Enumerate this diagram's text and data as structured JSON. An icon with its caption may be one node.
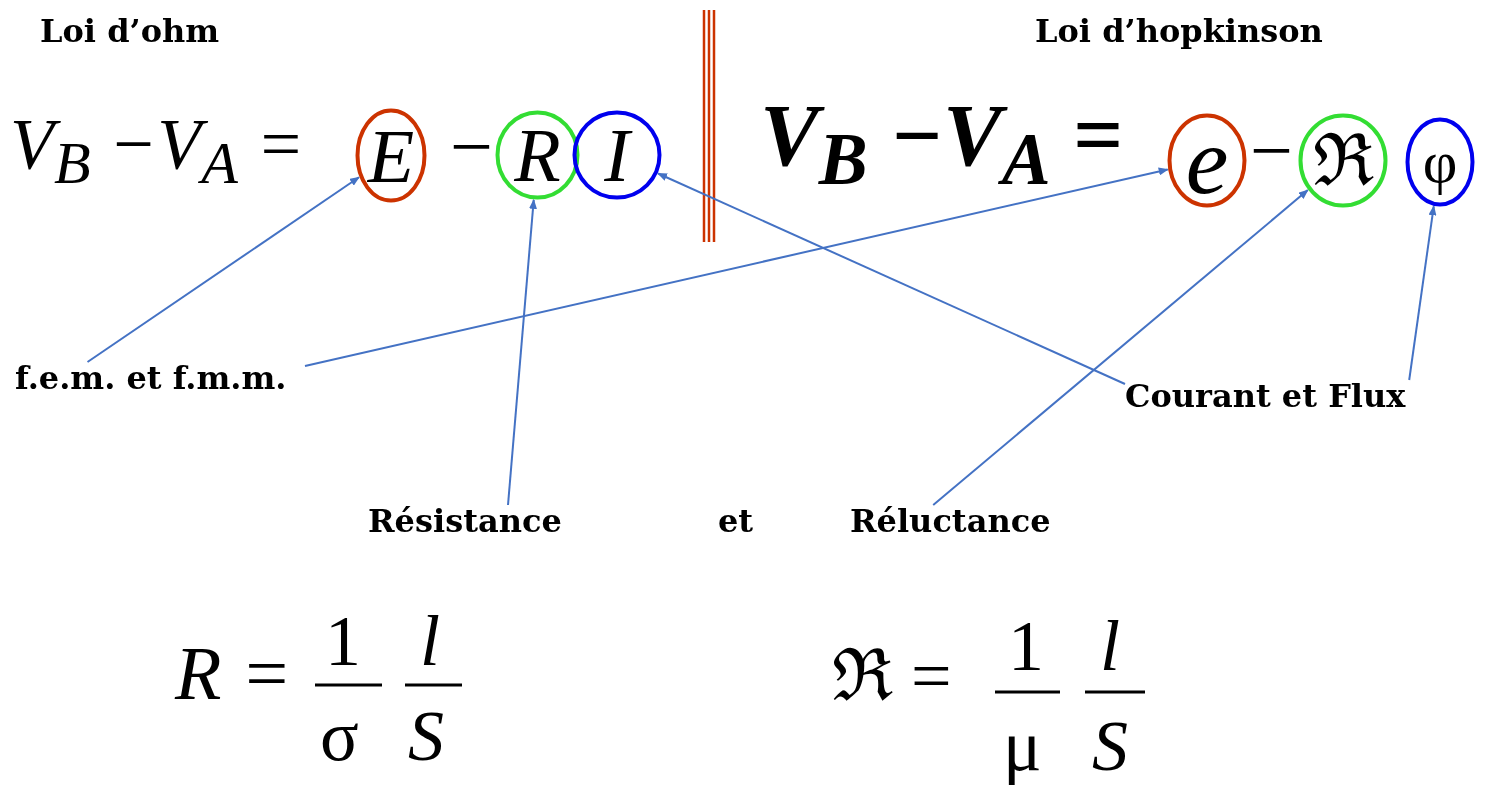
{
  "diagram": {
    "nodes": [
      {
        "text": [
          "E"
        ]
      },
      {
        "text": [
          "R"
        ]
      },
      {
        "text": [
          "I"
        ]
      },
      {
        "text": [
          "e"
        ]
      },
      {
        "text": [
          "ℜ"
        ]
      },
      {
        "text": [
          "φ"
        ]
      },
      {
        "text": [
          "f.e.m. et f.m.m."
        ]
      },
      {
        "text": [
          "Courant et Flux"
        ]
      },
      {
        "text": [
          "Résistance"
        ]
      },
      {
        "text": [
          "Réluctance"
        ]
      }
    ],
    "edges": [
      {
        "from": 6,
        "to": 0,
        "arrow": "to"
      },
      {
        "from": 6,
        "to": 3,
        "arrow": "to"
      },
      {
        "from": 8,
        "to": 1,
        "arrow": "to"
      },
      {
        "from": 9,
        "to": 4,
        "arrow": "to"
      },
      {
        "from": 7,
        "to": 2,
        "arrow": "to"
      },
      {
        "from": 7,
        "to": 5,
        "arrow": "to"
      }
    ],
    "labels": [
      "Loi d’ohm",
      "Loi d’hopkinson",
      "V$_{B}$ −V$_{A}$ =",
      "−",
      "V$_{B}$ −V$_{A}$ =",
      "−",
      "et",
      "R =",
      "1",
      "σ",
      "l",
      "S",
      "ℜ =",
      "1",
      "μ",
      "l",
      "S"
    ]
  }
}
